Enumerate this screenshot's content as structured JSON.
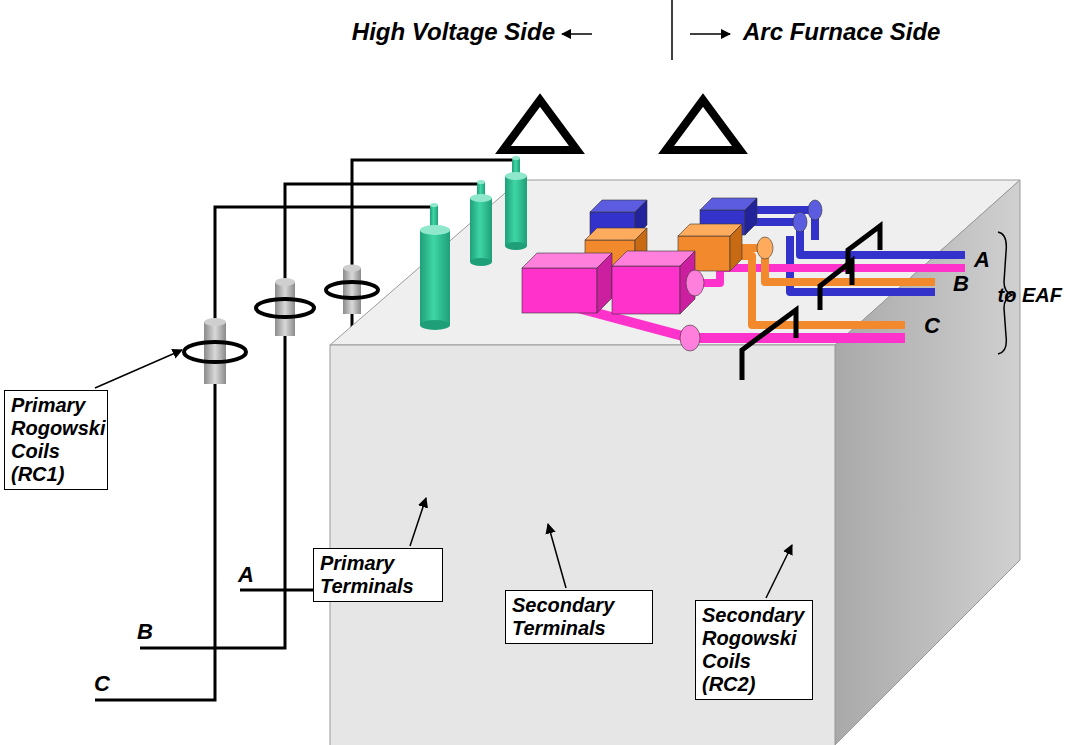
{
  "diagram": {
    "nodes": [
      {
        "text": [
          "Primary Rogowski Coils (RC1)"
        ]
      },
      {
        "text": [
          "Primary Terminals"
        ]
      },
      {
        "text": [
          "Secondary Terminals"
        ]
      },
      {
        "text": [
          "Secondary Rogowski Coils (RC2)"
        ]
      }
    ],
    "edges": [],
    "labels": [
      "High Voltage Side",
      "Arc Furnace Side",
      "A",
      "B",
      "C",
      "A",
      "B",
      "C",
      "to EAF"
    ]
  }
}
